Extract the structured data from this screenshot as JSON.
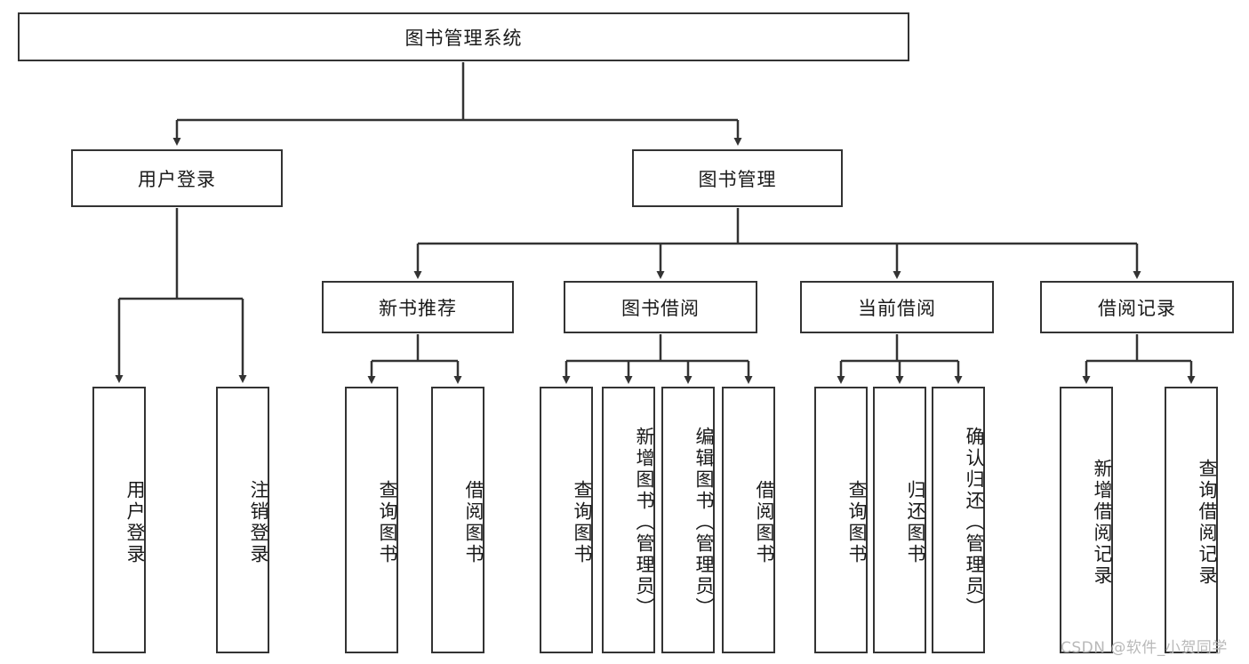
{
  "diagram": {
    "title": "图书管理系统",
    "root": {
      "label": "图书管理系统"
    },
    "level2": [
      {
        "label": "用户登录"
      },
      {
        "label": "图书管理"
      }
    ],
    "level3": [
      {
        "label": "新书推荐"
      },
      {
        "label": "图书借阅"
      },
      {
        "label": "当前借阅"
      },
      {
        "label": "借阅记录"
      }
    ],
    "leaves": {
      "user_login": [
        {
          "label": "用户登录"
        },
        {
          "label": "注销登录"
        }
      ],
      "new_book_recommend": [
        {
          "label": "查询图书"
        },
        {
          "label": "借阅图书"
        }
      ],
      "book_borrow": [
        {
          "label": "查询图书"
        },
        {
          "label": "新增图书（管理员）"
        },
        {
          "label": "编辑图书（管理员）"
        },
        {
          "label": "借阅图书"
        }
      ],
      "current_borrow": [
        {
          "label": "查询图书"
        },
        {
          "label": "归还图书"
        },
        {
          "label": "确认归还（管理员）"
        }
      ],
      "borrow_record": [
        {
          "label": "新增借阅记录"
        },
        {
          "label": "查询借阅记录"
        }
      ]
    }
  },
  "watermark": {
    "text": "CSDN @软件_小贺同学"
  },
  "colors": {
    "border": "#333333",
    "background": "#ffffff",
    "text": "#1a1a1a",
    "watermark": "#b9b9b9"
  }
}
